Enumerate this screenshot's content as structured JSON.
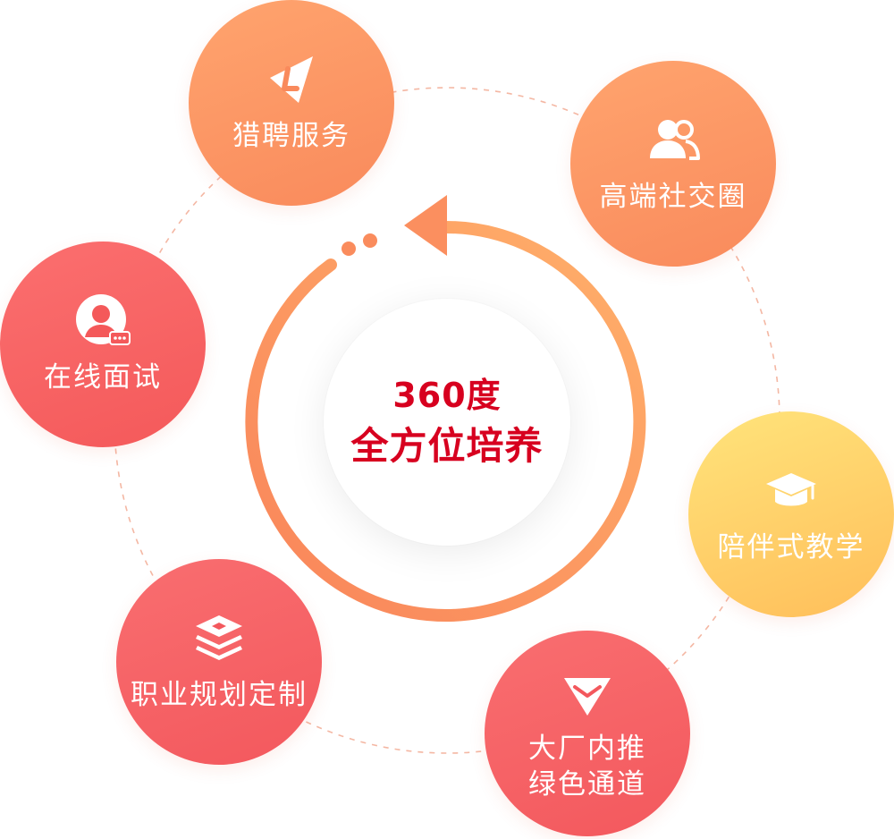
{
  "center": {
    "line1": "360度",
    "line2": "全方位培养"
  },
  "nodes": [
    {
      "id": "recruitment",
      "label": "猎聘服务",
      "icon": "liepin-logo-icon"
    },
    {
      "id": "social",
      "label": "高端社交圈",
      "icon": "users-icon"
    },
    {
      "id": "interview",
      "label": "在线面试",
      "icon": "user-chat-icon"
    },
    {
      "id": "teaching",
      "label": "陪伴式教学",
      "icon": "graduation-cap-icon"
    },
    {
      "id": "career",
      "label": "职业规划定制",
      "icon": "layers-icon"
    },
    {
      "id": "referral",
      "label_line1": "大厂内推",
      "label_line2": "绿色通道",
      "icon": "diamond-icon"
    }
  ],
  "colors": {
    "accent_red": "#d7001f",
    "arrow_orange": "#f98a5c",
    "dashed_ring": "#f4b7a3"
  }
}
